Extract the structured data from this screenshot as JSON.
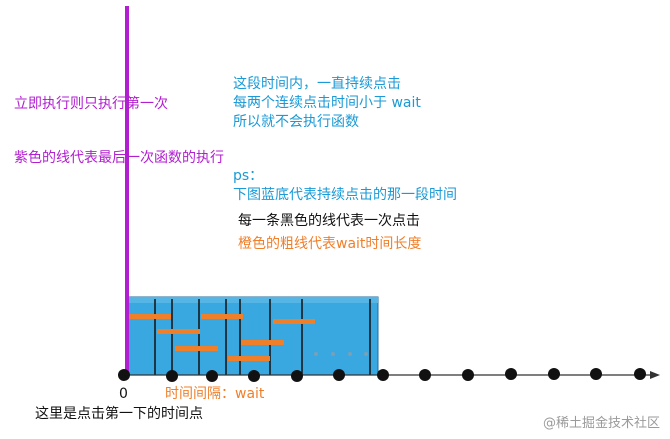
{
  "texts": {
    "immediate_exec": "立即执行则只执行第一次",
    "purple_line_desc": "紫色的线代表最后一次函数的执行",
    "blue_line1": "这段时间内，一直持续点击",
    "blue_line2": "每两个连续点击时间小于 wait",
    "blue_line3": "所以就不会执行函数",
    "ps_label": "ps：",
    "ps_desc": "下图蓝底代表持续点击的那一段时间",
    "black_line_desc": "每一条黑色的线代表一次点击",
    "orange_line_desc": "橙色的粗线代表wait时间长度",
    "zero": "0",
    "interval_label": "时间间隔：wait",
    "first_click_desc": "这里是点击第一下的时间点",
    "watermark": "@稀土掘金技术社区"
  },
  "colors": {
    "purple": "#b21fd0",
    "blue_text": "#1a9ad6",
    "blue_fill": "#3aa8e0",
    "orange": "#f07f2a",
    "black": "#111111",
    "axis": "#333333"
  }
}
